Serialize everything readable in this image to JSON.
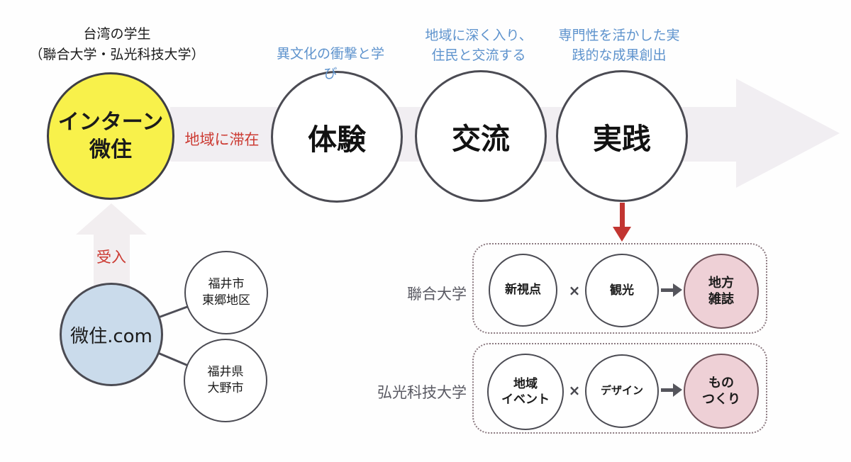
{
  "title": {
    "line1": "台湾の学生",
    "line2": "（聯合大学・弘光科技大学）"
  },
  "process": {
    "start": {
      "label_line1": "インターン",
      "label_line2": "微住"
    },
    "transition_label": "地域に滞在",
    "steps": [
      {
        "label": "体験",
        "caption": "異文化の衝撃と学び"
      },
      {
        "label": "交流",
        "caption_line1": "地域に深く入り、",
        "caption_line2": "住民と交流する"
      },
      {
        "label": "実践",
        "caption_line1": "専門性を活かした実",
        "caption_line2": "践的な成果創出"
      }
    ]
  },
  "intake": {
    "arrow_label": "受入",
    "platform": "微住.com",
    "regions": [
      {
        "line1": "福井市",
        "line2": "東郷地区"
      },
      {
        "line1": "福井県",
        "line2": "大野市"
      }
    ]
  },
  "outcomes": [
    {
      "university": "聯合大学",
      "input1": "新視点",
      "operator": "×",
      "input2": "観光",
      "result_line1": "地方",
      "result_line2": "雑誌"
    },
    {
      "university": "弘光科技大学",
      "input1_line1": "地域",
      "input1_line2": "イベント",
      "operator": "×",
      "input2": "デザイン",
      "result_line1": "もの",
      "result_line2": "つくり"
    }
  ],
  "colors": {
    "start_circle_yellow": "#f8f14b",
    "platform_circle_blue": "#cadbeb",
    "result_circle_pink": "#eed0d6",
    "caption_blue": "#5e93cd",
    "accent_red": "#cc3b33",
    "flow_arrow_gray": "#f1eef2"
  }
}
